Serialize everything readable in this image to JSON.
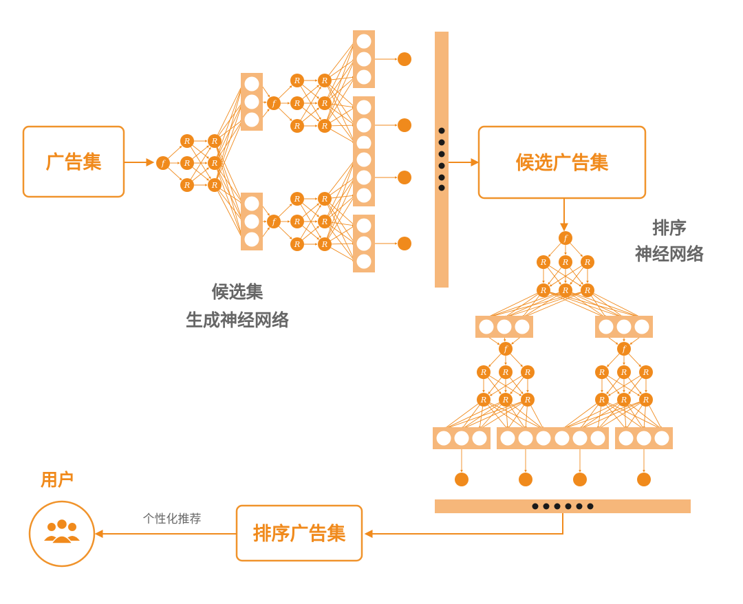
{
  "boxes": {
    "ad_set": "广告集",
    "candidate_ad_set": "候选广告集",
    "ranked_ad_set": "排序广告集"
  },
  "captions": {
    "candidate_line1": "候选集",
    "candidate_line2": "生成神经网络",
    "ranking_line1": "排序",
    "ranking_line2": "神经网络"
  },
  "user": {
    "title": "用户",
    "arrow_label": "个性化推荐",
    "icon": "users-group-icon"
  },
  "node_labels": {
    "relu": "R",
    "function": "f"
  },
  "colors": {
    "accent": "#F08A1C",
    "light_accent": "#F6B77A",
    "text_gray": "#666666"
  }
}
